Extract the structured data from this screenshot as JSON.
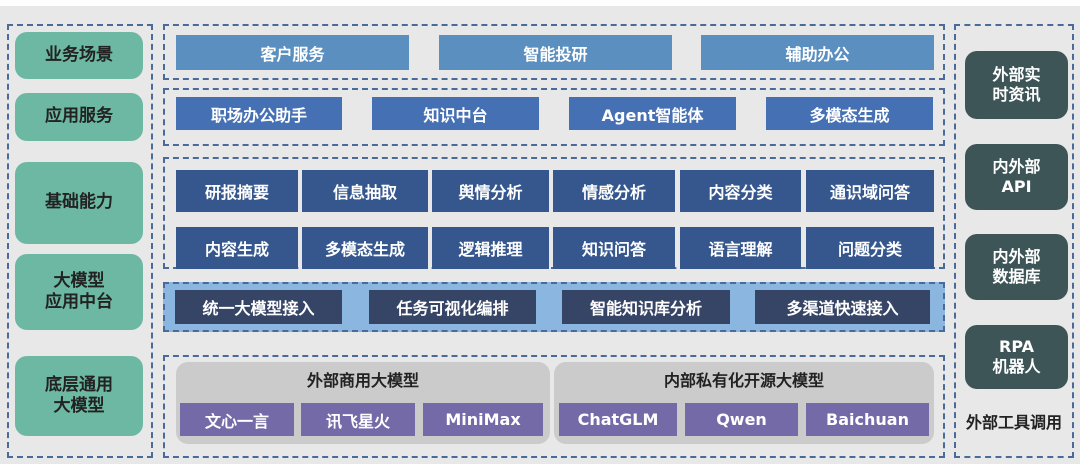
{
  "layers": [
    {
      "label": "业务场景"
    },
    {
      "label": "应用服务"
    },
    {
      "label": "基础能力"
    },
    {
      "label": "大模型\n应用中台"
    },
    {
      "label": "底层通用\n大模型"
    }
  ],
  "business_scenarios": [
    "客户服务",
    "智能投研",
    "辅助办公"
  ],
  "application_services": [
    "职场办公助手",
    "知识中台",
    "Agent智能体",
    "多模态生成"
  ],
  "basic_capabilities": {
    "row1": [
      "研报摘要",
      "信息抽取",
      "舆情分析",
      "情感分析",
      "内容分类",
      "通识域问答"
    ],
    "row2": [
      "内容生成",
      "多模态生成",
      "逻辑推理",
      "知识问答",
      "语言理解",
      "问题分类"
    ]
  },
  "middle_platform": [
    "统一大模型接入",
    "任务可视化编排",
    "智能知识库分析",
    "多渠道快速接入"
  ],
  "base_models": {
    "external": {
      "title": "外部商用大模型",
      "models": [
        "文心一言",
        "讯飞星火",
        "MiniMax"
      ]
    },
    "internal": {
      "title": "内部私有化开源大模型",
      "models": [
        "ChatGLM",
        "Qwen",
        "Baichuan"
      ]
    }
  },
  "external_tools": {
    "items": [
      "外部实\n时资讯",
      "内外部\nAPI",
      "内外部\n数据库",
      "RPA\n机器人"
    ],
    "caption": "外部工具调用"
  },
  "colors": {
    "layer_label": "#6cb8a2",
    "scenario": "#5a8fc0",
    "application": "#4670b4",
    "capability": "#35578e",
    "middle_band": "#8ab6e0",
    "middle_item": "#364466",
    "model": "#756aa8",
    "tool": "#3e5558",
    "dash_border": "#4a6b9a"
  }
}
